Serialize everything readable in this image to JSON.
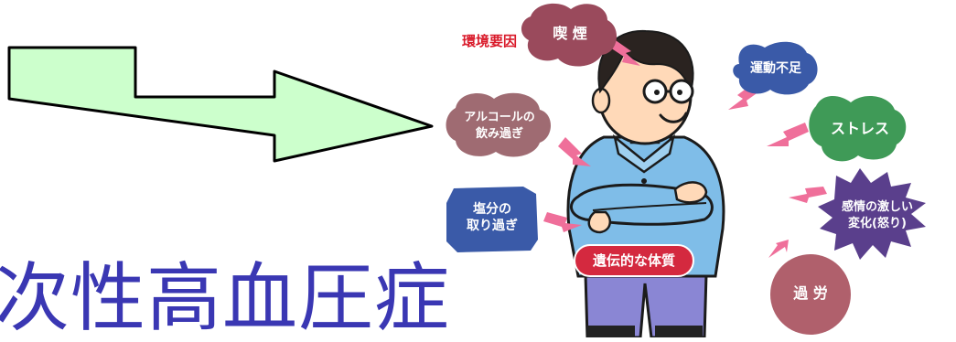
{
  "title": "次性高血圧症",
  "colors": {
    "title": "#3a37b3",
    "arrow_fill": "#ccffcc",
    "arrow_stroke": "#000000",
    "factor_red": "#d91a2a",
    "bubble_maroon": "#9a4a5c",
    "bubble_mauve": "#9f6b72",
    "bubble_navy": "#3a5aa8",
    "bubble_green": "#3f9a57",
    "bubble_purple": "#5a3f8c",
    "bubble_rose": "#b0606c",
    "pink_arrow": "#ef6f9a",
    "man_shirt": "#7fbde8",
    "man_pants": "#8a86d4"
  },
  "illustration": {
    "env_label": "環境要因",
    "factors": {
      "smoking": "喫 煙",
      "exercise": "運動不足",
      "alcohol_line1": "アルコールの",
      "alcohol_line2": "飲み過ぎ",
      "stress": "ストレス",
      "salt_line1": "塩分の",
      "salt_line2": "取り過ぎ",
      "emotion_line1": "感情の激しい",
      "emotion_line2": "変化(怒り)",
      "genetic": "遺伝的な体質",
      "fatigue": "過 労"
    }
  }
}
